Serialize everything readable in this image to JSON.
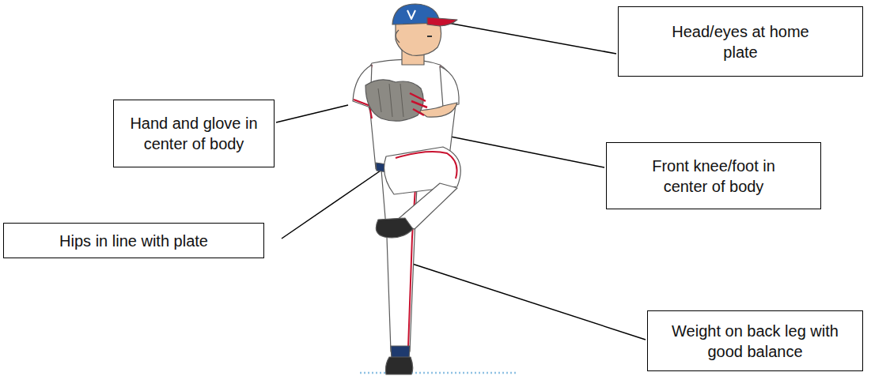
{
  "diagram": {
    "nodes": [
      {
        "text": [
          "Head/eyes at home plate"
        ]
      },
      {
        "text": [
          "Hand and glove in center of body"
        ]
      },
      {
        "text": [
          "Front knee/foot in center of body"
        ]
      },
      {
        "text": [
          "Hips in line with plate"
        ]
      },
      {
        "text": [
          "Weight on back leg with good balance"
        ]
      }
    ]
  }
}
